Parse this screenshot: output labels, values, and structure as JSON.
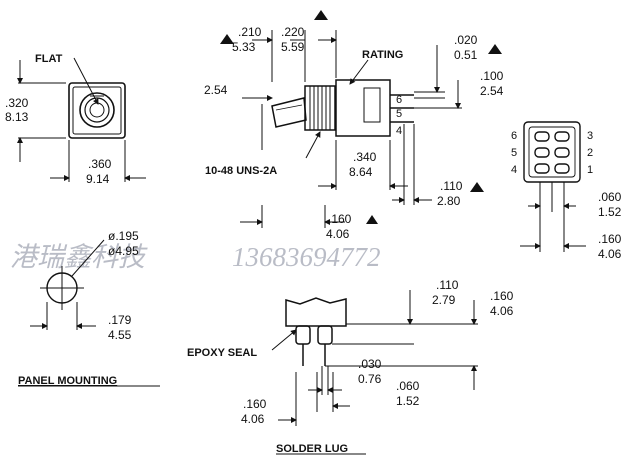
{
  "labels": {
    "flat": "FLAT",
    "rating": "RATING",
    "thread": "10-48 UNS-2A",
    "epoxy_seal": "EPOXY SEAL",
    "panel_mounting": "PANEL MOUNTING",
    "solder_lug": "SOLDER LUG"
  },
  "dims": {
    "d320_in": ".320",
    "d320_mm": "8.13",
    "d360_in": ".360",
    "d360_mm": "9.14",
    "d210_in": ".210",
    "d210_mm": "5.33",
    "d220_in": ".220",
    "d220_mm": "5.59",
    "d254_mm": "2.54",
    "d020_in": ".020",
    "d020_mm": "0.51",
    "d100_in": ".100",
    "d100_mm": "2.54",
    "d340_in": ".340",
    "d340_mm": "8.64",
    "d110a_in": ".110",
    "d110a_mm": "2.80",
    "d160a_in": ".160",
    "d160a_mm": "4.06",
    "d060a_in": ".060",
    "d060a_mm": "1.52",
    "d160b_in": ".160",
    "d160b_mm": "4.06",
    "phi_in": "ø.195",
    "phi_mm": "ø4.95",
    "d179_in": ".179",
    "d179_mm": "4.55",
    "d110b_in": ".110",
    "d110b_mm": "2.79",
    "d160c_in": ".160",
    "d160c_mm": "4.06",
    "d030_in": ".030",
    "d030_mm": "0.76",
    "d060b_in": ".060",
    "d060b_mm": "1.52",
    "d160d_in": ".160",
    "d160d_mm": "4.06"
  },
  "pins": {
    "side_6": "6",
    "side_5": "5",
    "side_4": "4",
    "left_6": "6",
    "left_5": "5",
    "left_4": "4",
    "right_3": "3",
    "right_2": "2",
    "right_1": "1"
  },
  "watermark": {
    "company": "港瑞鑫科技",
    "phone": "13683694772"
  },
  "colors": {
    "line": "#111111",
    "watermark": "#b9bcc6"
  }
}
